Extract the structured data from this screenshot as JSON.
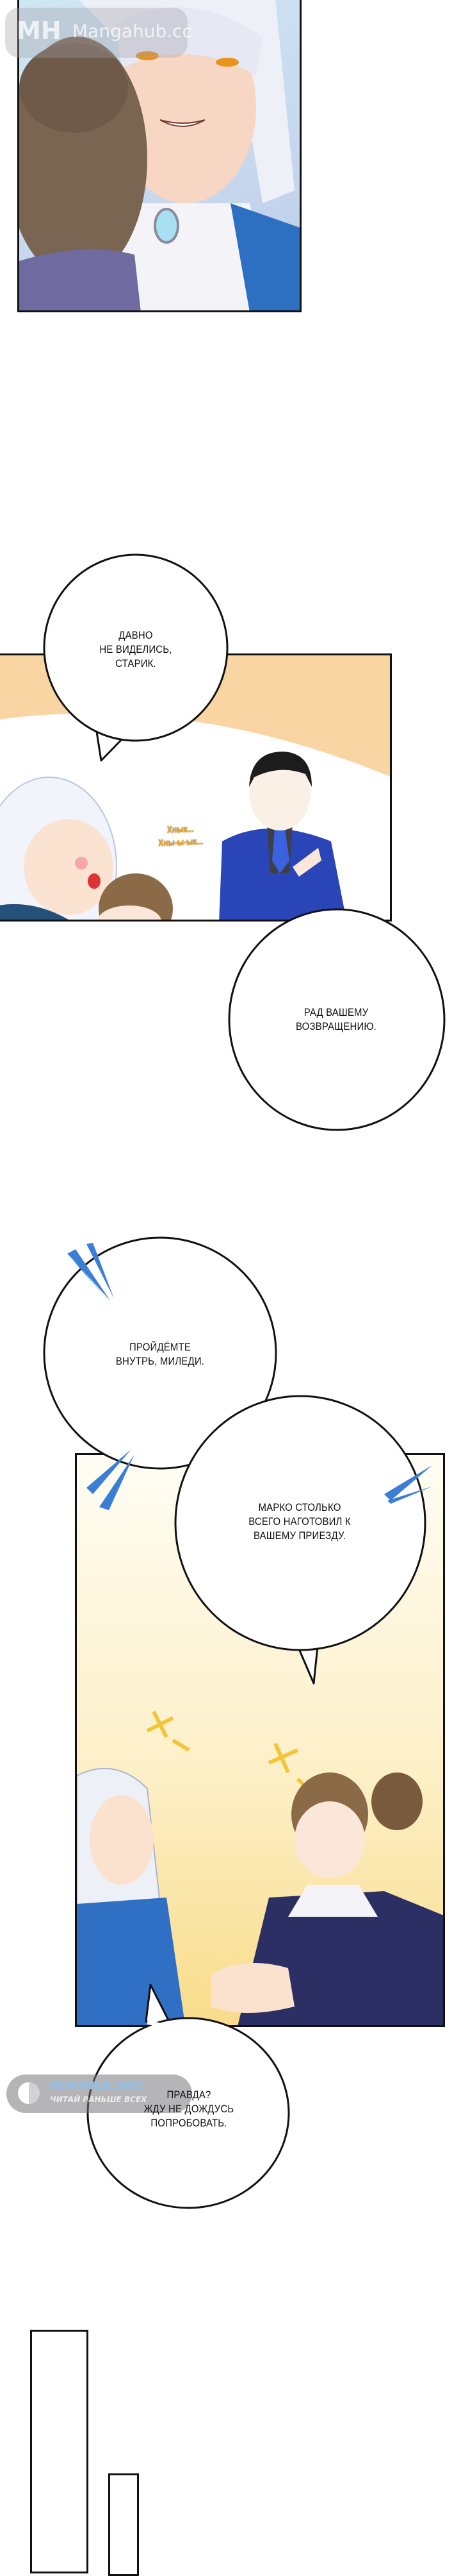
{
  "watermarks": {
    "top": {
      "logo": "MH",
      "site": "Mangahub.cc"
    },
    "bottom": {
      "site": "REMANGA.ORG",
      "tagline": "ЧИТАЙ РАНЬШЕ ВСЕХ"
    }
  },
  "dialogue": [
    {
      "id": "b1",
      "text": "ДАВНО\nНЕ ВИДЕЛИСЬ,\nСТАРИК."
    },
    {
      "id": "b2",
      "text": "РАД ВАШЕМУ\nВОЗВРАЩЕНИЮ."
    },
    {
      "id": "b3",
      "text": "ПРОЙДЁМТЕ\nВНУТРЬ, МИЛЕДИ."
    },
    {
      "id": "b4",
      "text": "МАРКО СТОЛЬКО\nВСЕГО НАГОТОВИЛ К\nВАШЕМУ ПРИЕЗДУ."
    },
    {
      "id": "b5",
      "text": "ПРАВДА?\nЖДУ НЕ ДОЖДУСЬ\nПОПРОБОВАТЬ."
    }
  ],
  "sfx": {
    "sob": "Хнык...\nХны-ы-ык..."
  },
  "colors": {
    "panel_bg_peach": "#f8d5a3",
    "panel_bg_cream": "#fdf0c8",
    "emphasis_blue": "#3a7fd5",
    "sfx_orange": "#e0a030",
    "coat_blue": "#2a45b8"
  }
}
